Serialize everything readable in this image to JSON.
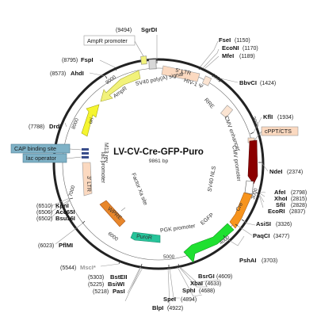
{
  "title": "LV-CV-Cre-GFP-Puro",
  "size_label": "9861 bp",
  "total_bp": 9861,
  "colors": {
    "backbone": "#222222",
    "ampr": "#f2f27a",
    "ori": "#f5f530",
    "ltr": "#fbd9c0",
    "rre": "#fbe4d2",
    "cmv_enhancer": "#8b0000",
    "cre": "#f7941d",
    "egfp": "#1fe030",
    "puror": "#27c49a",
    "wpre": "#e8862a",
    "box_blue": "#7fb2c7",
    "cppt_box": "#fbd9c0",
    "lac_box": "#3a4e8c"
  },
  "features": [
    {
      "name": "AmpR promoter",
      "start": 9450,
      "end": 9550
    },
    {
      "name": "SV40 poly(A) signal",
      "start": 9560,
      "end": 9700
    },
    {
      "name": "5' LTR",
      "start": 9750,
      "end": 320
    },
    {
      "name": "HIV-1 Ψ",
      "start": 400,
      "end": 530
    },
    {
      "name": "RRE",
      "start": 1080,
      "end": 1300
    },
    {
      "name": "cPPT/CTS",
      "start": 1800,
      "end": 1920
    },
    {
      "name": "CMV enhancer",
      "start": 2000,
      "end": 2360
    },
    {
      "name": "CMV promoter",
      "start": 2370,
      "end": 2580
    },
    {
      "name": "SV40 NLS",
      "start": 2600,
      "end": 2660
    },
    {
      "name": "Cre",
      "start": 2680,
      "end": 3700
    },
    {
      "name": "EGFP",
      "start": 3900,
      "end": 4620
    },
    {
      "name": "PGK promoter",
      "start": 4650,
      "end": 5150
    },
    {
      "name": "PuroR",
      "start": 5160,
      "end": 5760
    },
    {
      "name": "WPRE",
      "start": 5800,
      "end": 6390
    },
    {
      "name": "Factor Xa site",
      "start": 6600,
      "end": 6620
    },
    {
      "name": "3' LTR",
      "start": 6640,
      "end": 6880
    },
    {
      "name": "M13 rev",
      "start": 7330,
      "end": 7350
    },
    {
      "name": "lac operator",
      "start": 7360,
      "end": 7380
    },
    {
      "name": "lac promoter",
      "start": 7400,
      "end": 7430
    },
    {
      "name": "CAP binding site",
      "start": 7440,
      "end": 7460
    },
    {
      "name": "ori",
      "start": 7700,
      "end": 8300
    },
    {
      "name": "AmpR",
      "start": 8450,
      "end": 9300
    }
  ],
  "sites": [
    {
      "name": "SgrDI",
      "pos": "(9494)",
      "grey": false
    },
    {
      "name": "FspI",
      "pos": "(8795)",
      "grey": false
    },
    {
      "name": "AhdI",
      "pos": "(8573)",
      "grey": false
    },
    {
      "name": "DrdI",
      "pos": "(7788)",
      "grey": false
    },
    {
      "name": "FseI",
      "pos": "(1150)",
      "grey": false
    },
    {
      "name": "EcoNI",
      "pos": "(1170)",
      "grey": false
    },
    {
      "name": "MfeI",
      "pos": "(1189)",
      "grey": false
    },
    {
      "name": "BbvCI",
      "pos": "(1424)",
      "grey": false
    },
    {
      "name": "KflI",
      "pos": "(1934)",
      "grey": false
    },
    {
      "name": "NdeI",
      "pos": "(2374)",
      "grey": false
    },
    {
      "name": "AfeI",
      "pos": "(2798)",
      "grey": false
    },
    {
      "name": "XhoI",
      "pos": "(2815)",
      "grey": false
    },
    {
      "name": "SfiI",
      "pos": "(2828)",
      "grey": false
    },
    {
      "name": "EcoRI",
      "pos": "(2837)",
      "grey": false
    },
    {
      "name": "AsiSI",
      "pos": "(3326)",
      "grey": false
    },
    {
      "name": "PaqCI",
      "pos": "(3477)",
      "grey": false
    },
    {
      "name": "PshAI",
      "pos": "(3703)",
      "grey": false
    },
    {
      "name": "KpnI",
      "pos": "(6510)",
      "grey": false
    },
    {
      "name": "Acc65I",
      "pos": "(6506)",
      "grey": false
    },
    {
      "name": "Bsu36I",
      "pos": "(6502)",
      "grey": false
    },
    {
      "name": "PflMI",
      "pos": "(6023)",
      "grey": false
    },
    {
      "name": "MscI*",
      "pos": "(5544)",
      "grey": true
    },
    {
      "name": "BstEII",
      "pos": "(5303)",
      "grey": false
    },
    {
      "name": "BsiWI",
      "pos": "(5225)",
      "grey": false
    },
    {
      "name": "PasI",
      "pos": "(5218)",
      "grey": false
    },
    {
      "name": "BlpI",
      "pos": "(4922)",
      "grey": false
    },
    {
      "name": "SpeI",
      "pos": "(4894)",
      "grey": false
    },
    {
      "name": "SphI",
      "pos": "(4688)",
      "grey": false
    },
    {
      "name": "XbaI",
      "pos": "(4633)",
      "grey": false
    },
    {
      "name": "BsrGI",
      "pos": "(4609)",
      "grey": false
    }
  ],
  "ticks": [
    "1000",
    "2000",
    "3000",
    "4000",
    "5000",
    "6000",
    "7000",
    "8000",
    "9000"
  ]
}
